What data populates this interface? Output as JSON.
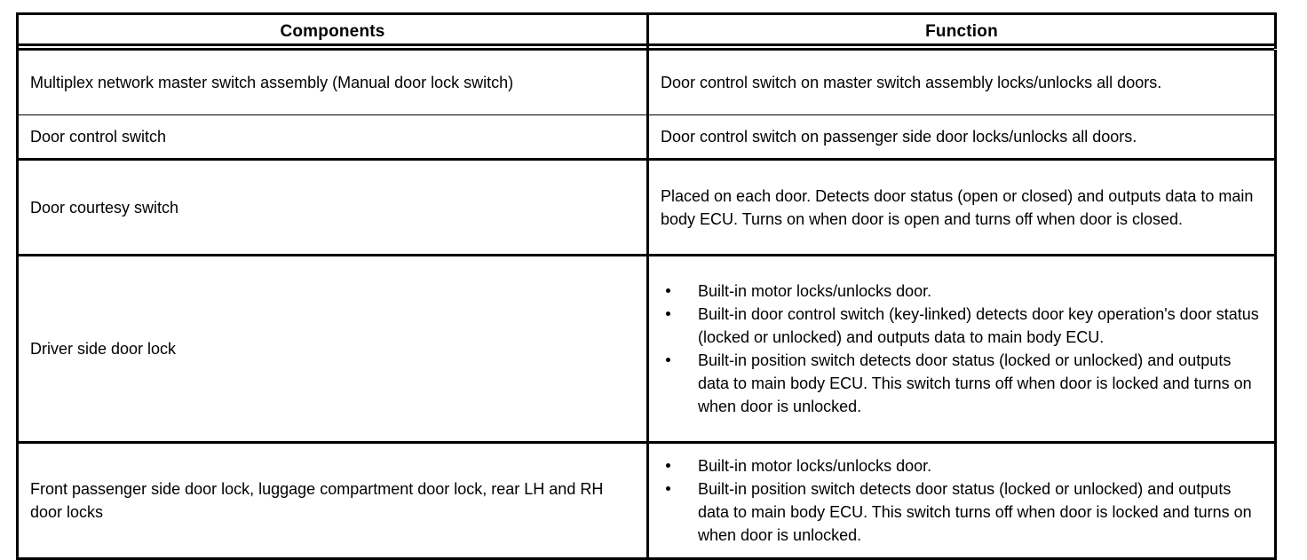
{
  "table": {
    "headers": {
      "components": "Components",
      "function": "Function"
    },
    "rows": [
      {
        "component": "Multiplex network master switch assembly (Manual door lock switch)",
        "function_text": "Door control switch on master switch assembly locks/unlocks all doors.",
        "bullets": []
      },
      {
        "component": "Door control switch",
        "function_text": "Door control switch on passenger side door locks/unlocks all doors.",
        "bullets": []
      },
      {
        "component": "Door courtesy switch",
        "function_text": "Placed on each door. Detects door status (open or closed) and outputs data to main body ECU. Turns on when door is open and turns off when door is closed.",
        "bullets": []
      },
      {
        "component": "Driver side door lock",
        "function_text": "",
        "bullets": [
          "Built-in motor locks/unlocks door.",
          "Built-in door control switch (key-linked) detects door key operation's door status (locked or unlocked) and outputs data to main body ECU.",
          "Built-in position switch detects door status (locked or unlocked) and outputs data to main body ECU. This switch turns off when door is locked and turns on when door is unlocked."
        ]
      },
      {
        "component": "Front passenger side door lock, luggage compartment door lock, rear LH and RH door locks",
        "function_text": "",
        "bullets": [
          "Built-in motor locks/unlocks door.",
          "Built-in position switch detects door status (locked or unlocked) and outputs data to main body ECU. This switch turns off when door is locked and turns on when door is unlocked."
        ]
      }
    ]
  },
  "colors": {
    "border": "#000000",
    "text": "#000000",
    "background": "#ffffff"
  }
}
